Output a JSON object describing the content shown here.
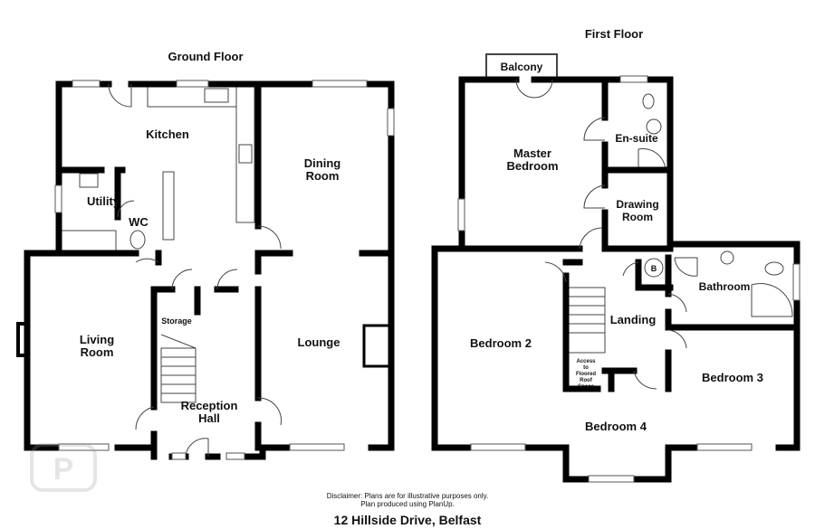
{
  "ground_floor": {
    "title": "Ground Floor",
    "rooms": {
      "kitchen": "Kitchen",
      "utility": "Utility",
      "wc": "WC",
      "dining_1": "Dining",
      "dining_2": "Room",
      "living_1": "Living",
      "living_2": "Room",
      "storage": "Storage",
      "reception_1": "Reception",
      "reception_2": "Hall",
      "lounge": "Lounge"
    }
  },
  "first_floor": {
    "title": "First Floor",
    "rooms": {
      "balcony": "Balcony",
      "master_1": "Master",
      "master_2": "Bedroom",
      "ensuite": "En-suite",
      "drawing_1": "Drawing",
      "drawing_2": "Room",
      "boiler": "B",
      "bathroom": "Bathroom",
      "landing": "Landing",
      "bedroom2": "Bedroom 2",
      "bedroom3": "Bedroom 3",
      "bedroom4": "Bedroom 4",
      "access_1": "Access",
      "access_2": "to",
      "access_3": "Floored",
      "access_4": "Roof",
      "access_5": "Space"
    }
  },
  "footer": {
    "disclaimer_1": "Disclaimer: Plans are for illustrative purposes only.",
    "disclaimer_2": "Plan produced using PlanUp.",
    "address": "12 Hillside Drive, Belfast"
  },
  "watermark": "PropertyPal logo"
}
